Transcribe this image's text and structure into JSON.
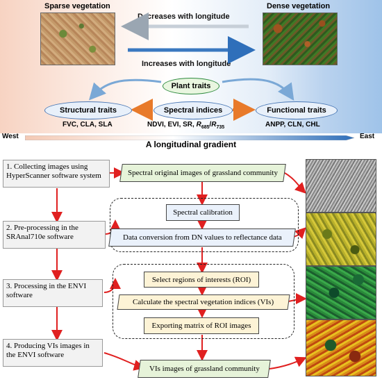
{
  "top": {
    "sparse_caption": "Sparse vegetation",
    "dense_caption": "Dense vegetation",
    "decreases": "Decreases with longitude",
    "increases": "Increases with longitude",
    "plant_traits": "Plant traits",
    "structural_traits": "Structural traits",
    "spectral_indices": "Spectral indices",
    "functional_traits": "Functional traits",
    "structural_list": "FVC, CLA, SLA",
    "spectral_list_prefix": "NDVI, EVI, SR, ",
    "spectral_r": "R",
    "spectral_sub1": "685",
    "spectral_slash": "/",
    "spectral_sub2": "735",
    "functional_list": "ANPP, CLN, CHL",
    "west": "West",
    "east": "East",
    "gradient_caption": "A longitudinal gradient"
  },
  "flow": {
    "step1": "1. Collecting images using HyperScanner software system",
    "step2": "2. Pre-processing in the SRAnal710e software",
    "step3": "3. Processing in the ENVI software",
    "step4": "4. Producing VIs images in the ENVI software",
    "spectral_original": "Spectral original images of grassland community",
    "spectral_calibration": "Spectral calibration",
    "data_conversion": "Data conversion from DN values to reflectance data",
    "select_roi": "Select regions of interests (ROI)",
    "calc_vis": "Calculate the spectral vegetation indices (VIs)",
    "export_matrix": "Exporting matrix of ROI images",
    "vis_images": "VIs images of grassland community"
  },
  "colors": {
    "red_arrow": "#e02020",
    "orange_arrow": "#e87a2a",
    "blue_arrow": "#2f6fba",
    "green_border": "#2e8b3e"
  }
}
